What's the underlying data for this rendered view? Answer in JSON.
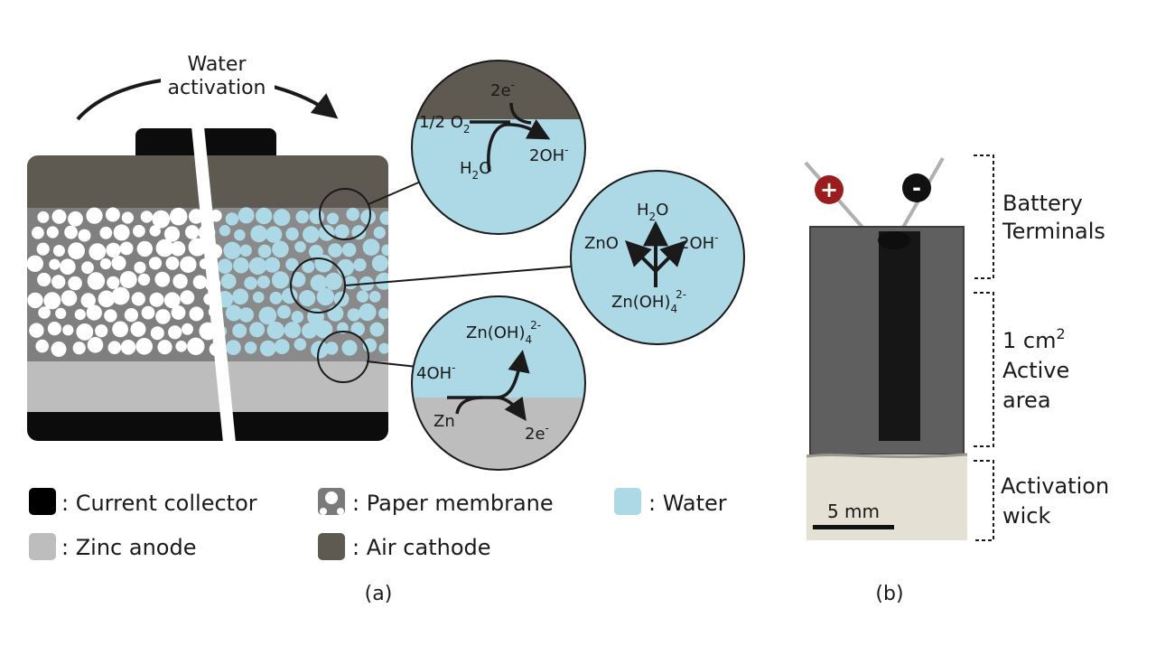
{
  "colors": {
    "current_collector": "#000000",
    "zinc_anode": "#bdbdbd",
    "paper_membrane": "#7a7a7a",
    "air_cathode": "#5e5a52",
    "water": "#add8e6",
    "plus_terminal": "#9b1c1c",
    "minus_terminal": "#111111"
  },
  "panel_a": {
    "activation_label_line1": "Water",
    "activation_label_line2": "activation",
    "cathode_zoom": {
      "o2": "1/2 O",
      "o2_sub": "2",
      "e": "2e",
      "e_sup": "-",
      "h2o": "H",
      "h2o_sub": "2",
      "h2o_tail": "O",
      "oh": "2OH",
      "oh_sup": "-"
    },
    "membrane_zoom": {
      "h2o": "H",
      "h2o_sub": "2",
      "h2o_tail": "O",
      "zno": "ZnO",
      "oh": "2OH",
      "oh_sup": "-",
      "zincate": "Zn(OH)",
      "zincate_sub": "4",
      "zincate_sup": "2-"
    },
    "anode_zoom": {
      "zincate": "Zn(OH)",
      "zincate_sub": "4",
      "zincate_sup": "2-",
      "oh": "4OH",
      "oh_sup": "-",
      "zn": "Zn",
      "e": "2e",
      "e_sup": "-"
    },
    "legend": [
      {
        "label": ": Current collector",
        "swatch": "current_collector"
      },
      {
        "label": ": Paper membrane",
        "swatch": "paper_membrane"
      },
      {
        "label": ": Water",
        "swatch": "water"
      },
      {
        "label": ": Zinc anode",
        "swatch": "zinc_anode"
      },
      {
        "label": ": Air cathode",
        "swatch": "air_cathode"
      }
    ],
    "caption": "(a)"
  },
  "panel_b": {
    "plus": "+",
    "minus": "-",
    "terminals_line1": "Battery",
    "terminals_line2": "Terminals",
    "area_line1": "1 cm",
    "area_sup": "2",
    "area_line2": "Active",
    "area_line3": "area",
    "wick_line1": "Activation",
    "wick_line2": "wick",
    "scale_label": "5 mm",
    "caption": "(b)"
  }
}
